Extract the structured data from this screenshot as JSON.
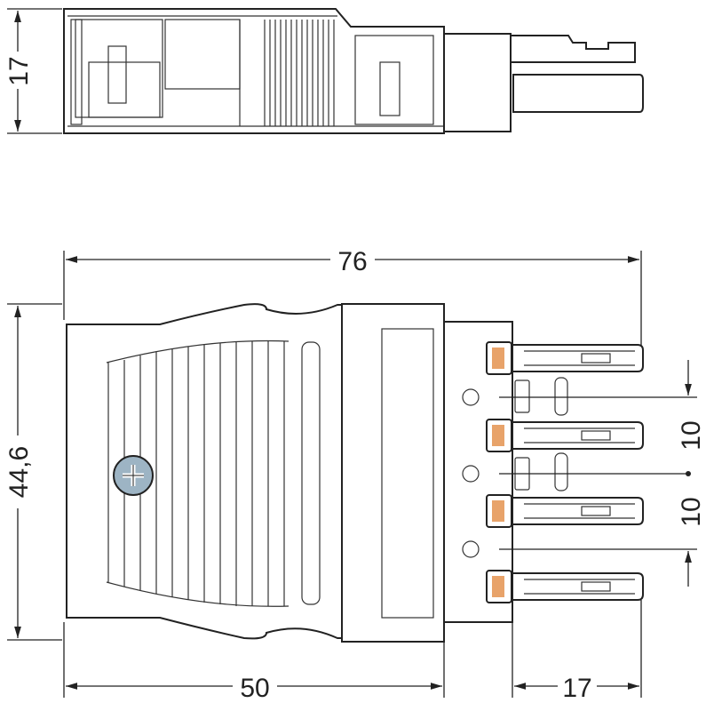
{
  "drawing": {
    "top_view": {
      "height_dim": "17"
    },
    "front_view": {
      "overall_length_dim": "76",
      "height_dim": "44,6",
      "body_length_dim": "50",
      "pin_length_dim": "17",
      "pitch_dims": [
        "10",
        "10"
      ]
    },
    "colors": {
      "line": "#222222",
      "latch_accent": "#e8a36a",
      "screw": "#9db4c4"
    }
  }
}
